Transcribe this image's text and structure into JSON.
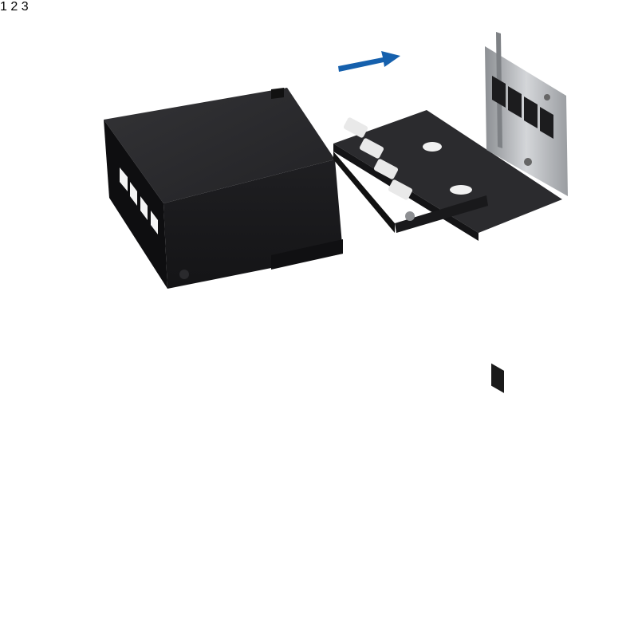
{
  "colors": {
    "background": "#ffffff",
    "accent_blue": "#1560ad",
    "box_front": "#1b1b1d",
    "box_top": "#2c2c2f",
    "box_side": "#0e0e10",
    "bracket_silver": "#b9bcc0"
  },
  "steps": [
    {
      "label": "1",
      "icon": "arrow-right-icon"
    },
    {
      "label": "2",
      "icon": "curved-arrow-rotate-icon"
    },
    {
      "label": "3",
      "icon": ""
    }
  ]
}
